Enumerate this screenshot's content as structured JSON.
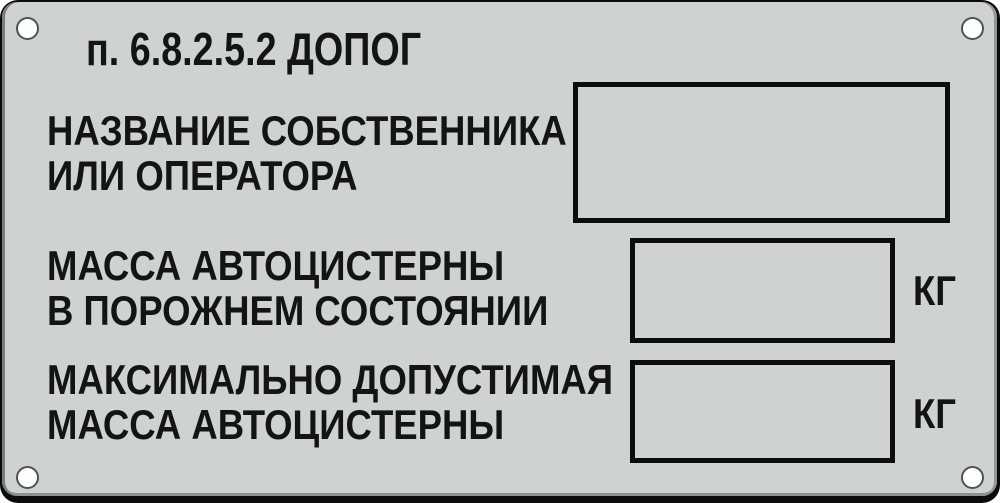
{
  "plate": {
    "title": "п. 6.8.2.5.2 ДОПОГ",
    "fields": [
      {
        "name": "owner-or-operator-name",
        "label_line1": "НАЗВАНИЕ СОБСТВЕННИКА",
        "label_line2": "ИЛИ ОПЕРАТОРА",
        "value": ""
      },
      {
        "name": "empty-tanker-mass",
        "label_line1": "МАССА АВТОЦИСТЕРНЫ",
        "label_line2": "В ПОРОЖНЕМ СОСТОЯНИИ",
        "value": "",
        "unit": "КГ"
      },
      {
        "name": "max-allowed-tanker-mass",
        "label_line1": "МАКСИМАЛЬНО ДОПУСТИМАЯ",
        "label_line2": "МАССА АВТОЦИСТЕРНЫ",
        "value": "",
        "unit": "КГ"
      }
    ],
    "colors": {
      "plate_gray": "#d0d1d1",
      "text_black": "#141414",
      "box_border": "#0d0d0d",
      "frame_black": "#0b0b0b",
      "bevel_left": "#767f83",
      "bevel_right": "#939697",
      "bevel_bottom": "#8d9194",
      "screw_hole_fill": "#ffffff",
      "screw_hole_outline": "#4d5456"
    }
  }
}
